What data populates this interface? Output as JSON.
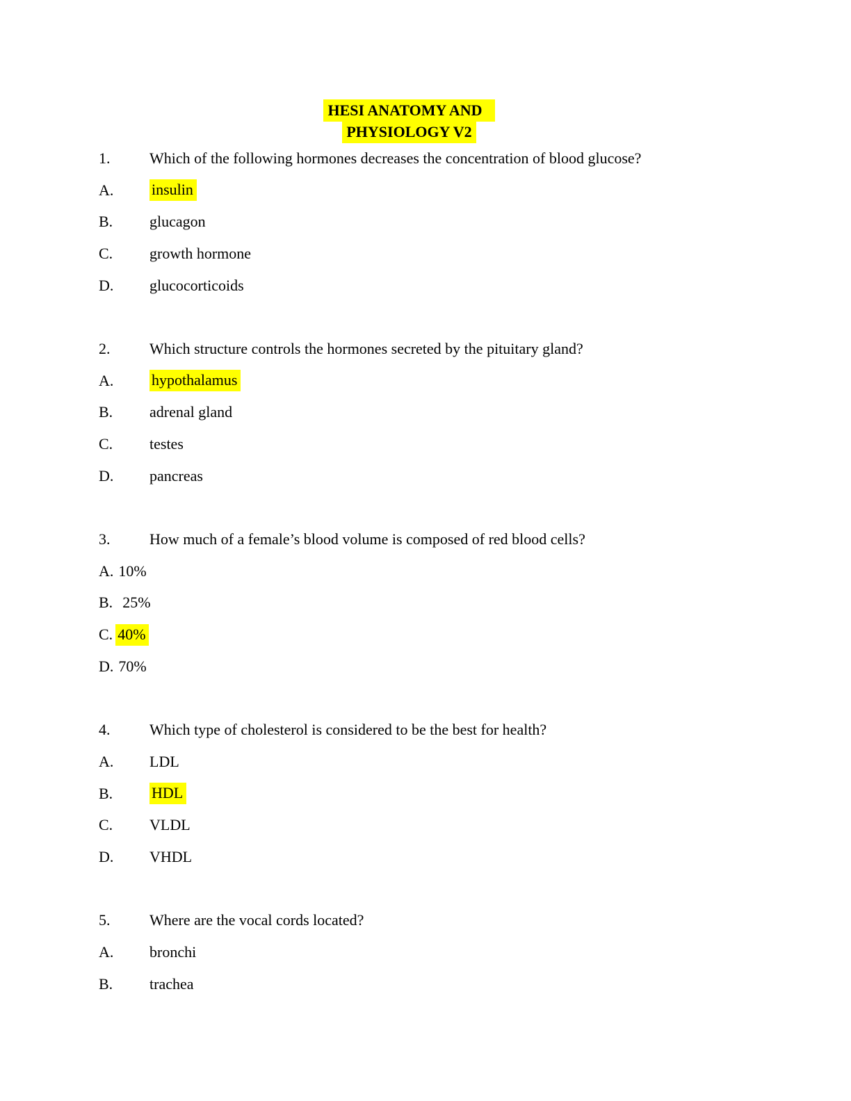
{
  "document": {
    "title": {
      "line1": "HESI ANATOMY AND",
      "line2": "PHYSIOLOGY V2",
      "highlighted": true
    },
    "highlight_color": "#ffff00",
    "text_color": "#000000",
    "background_color": "#ffffff"
  },
  "questions": [
    {
      "number": "1.",
      "text": "Which of the following hormones decreases the concentration of blood glucose?",
      "options": [
        {
          "letter": "A.",
          "text": "insulin",
          "highlighted": true
        },
        {
          "letter": "B.",
          "text": "glucagon",
          "highlighted": false
        },
        {
          "letter": "C.",
          "text": "growth hormone",
          "highlighted": false
        },
        {
          "letter": "D.",
          "text": "glucocorticoids",
          "highlighted": false
        }
      ]
    },
    {
      "number": "2.",
      "text": "Which structure controls the hormones secreted by the pituitary gland?",
      "options": [
        {
          "letter": "A.",
          "text": "hypothalamus",
          "highlighted": true
        },
        {
          "letter": "B.",
          "text": "adrenal gland",
          "highlighted": false
        },
        {
          "letter": "C.",
          "text": "testes",
          "highlighted": false
        },
        {
          "letter": "D.",
          "text": "pancreas",
          "highlighted": false
        }
      ]
    },
    {
      "number": "3.",
      "text": "How much of a female’s blood volume is composed of red blood cells?",
      "options": [
        {
          "letter": "A.",
          "text": "10%",
          "highlighted": false
        },
        {
          "letter": "B.",
          "text": "25%",
          "highlighted": false
        },
        {
          "letter": "C.",
          "text": "40%",
          "highlighted": true
        },
        {
          "letter": "D.",
          "text": "70%",
          "highlighted": false
        }
      ]
    },
    {
      "number": "4.",
      "text": "Which type of cholesterol is considered to be the best for health?",
      "options": [
        {
          "letter": "A.",
          "text": "LDL",
          "highlighted": false
        },
        {
          "letter": "B.",
          "text": "HDL",
          "highlighted": true
        },
        {
          "letter": "C.",
          "text": "VLDL",
          "highlighted": false
        },
        {
          "letter": "D.",
          "text": "VHDL",
          "highlighted": false
        }
      ]
    },
    {
      "number": "5.",
      "text": "Where are the vocal cords located?",
      "options": [
        {
          "letter": "A.",
          "text": "bronchi",
          "highlighted": false
        },
        {
          "letter": "B.",
          "text": "trachea",
          "highlighted": false
        }
      ]
    }
  ]
}
